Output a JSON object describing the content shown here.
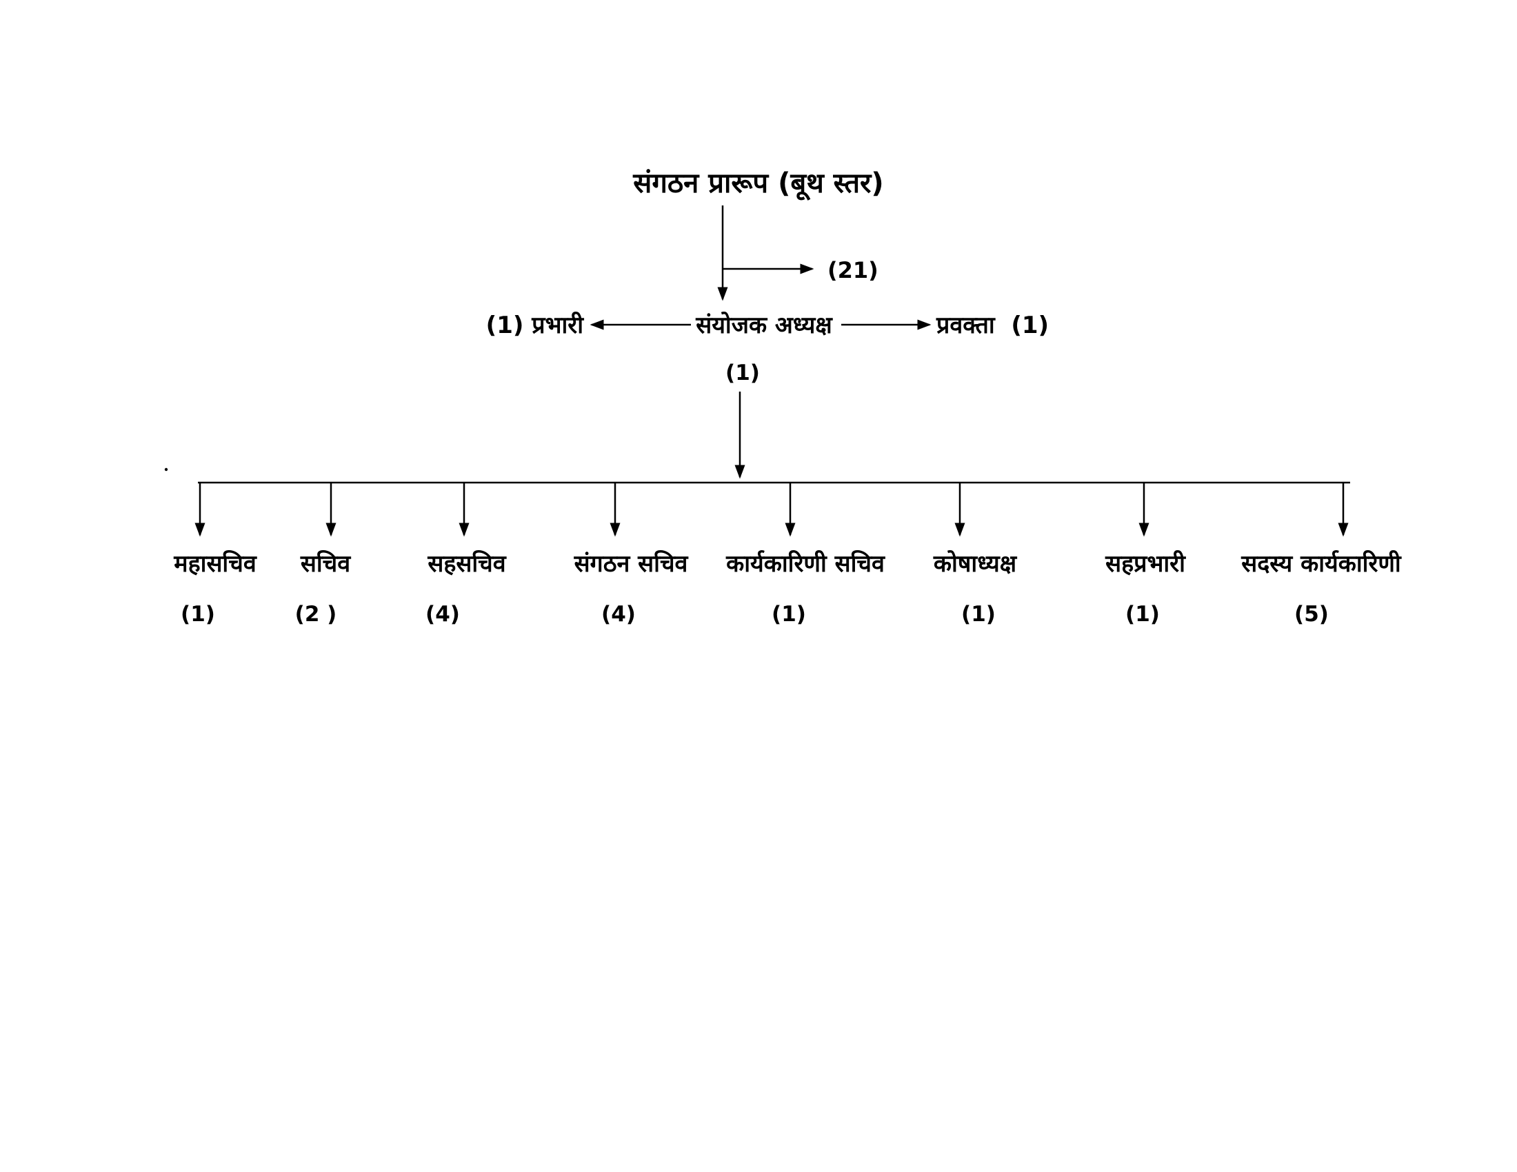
{
  "title": "संगठन प्रारूप (बूथ स्तर)",
  "colors": {
    "ink": "#000000",
    "background": "#ffffff"
  },
  "top": {
    "count_label": "(21)"
  },
  "center": {
    "left_label": "(1) प्रभारी",
    "label": "संयोजक अध्यक्ष",
    "right_label": "प्रवक्ता  (1)",
    "count_below": "(1)"
  },
  "branches": [
    {
      "label": "महासचिव",
      "count": "(1)"
    },
    {
      "label": "सचिव",
      "count": "(2 )"
    },
    {
      "label": "सहसचिव",
      "count": "(4)"
    },
    {
      "label": "संगठन सचिव",
      "count": "(4)"
    },
    {
      "label": "कार्यकारिणी सचिव",
      "count": "(1)"
    },
    {
      "label": "कोषाध्यक्ष",
      "count": "(1)"
    },
    {
      "label": "सहप्रभारी",
      "count": "(1)"
    },
    {
      "label": "सदस्य कार्यकारिणी",
      "count": "(5)"
    }
  ]
}
